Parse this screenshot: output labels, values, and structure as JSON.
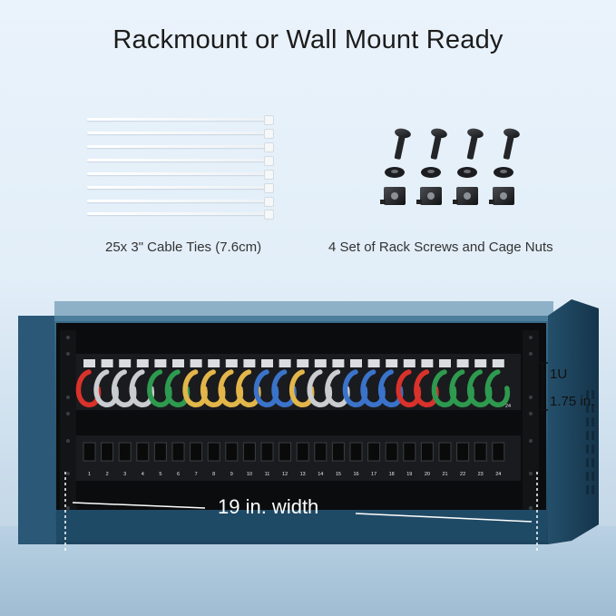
{
  "headline": "Rackmount or Wall Mount Ready",
  "captions": {
    "ties": "25x 3\" Cable Ties (7.6cm)",
    "screws": "4 Set of Rack Screws and Cage Nuts"
  },
  "dimensions": {
    "height_unit": "1U",
    "height_inches": "1.75 in.",
    "width": "19 in. width"
  },
  "patch_panel": {
    "port_numbers": [
      "1",
      "2",
      "3",
      "4",
      "5",
      "6",
      "7",
      "8",
      "9",
      "10",
      "11",
      "12",
      "13",
      "14",
      "15",
      "16",
      "17",
      "18",
      "19",
      "20",
      "21",
      "22",
      "23",
      "24"
    ],
    "top_panel_end_label": "24",
    "cable_colors": [
      "#d9322b",
      "#c9ccd0",
      "#c9ccd0",
      "#c9ccd0",
      "#2e9a4f",
      "#2e9a4f",
      "#e3b64a",
      "#e3b64a",
      "#e3b64a",
      "#e3b64a",
      "#3a73c9",
      "#3a73c9",
      "#e3b64a",
      "#c9ccd0",
      "#c9ccd0",
      "#3a73c9",
      "#3a73c9",
      "#3a73c9",
      "#d9322b",
      "#d9322b",
      "#2e9a4f",
      "#2e9a4f",
      "#2e9a4f",
      "#2e9a4f"
    ]
  }
}
